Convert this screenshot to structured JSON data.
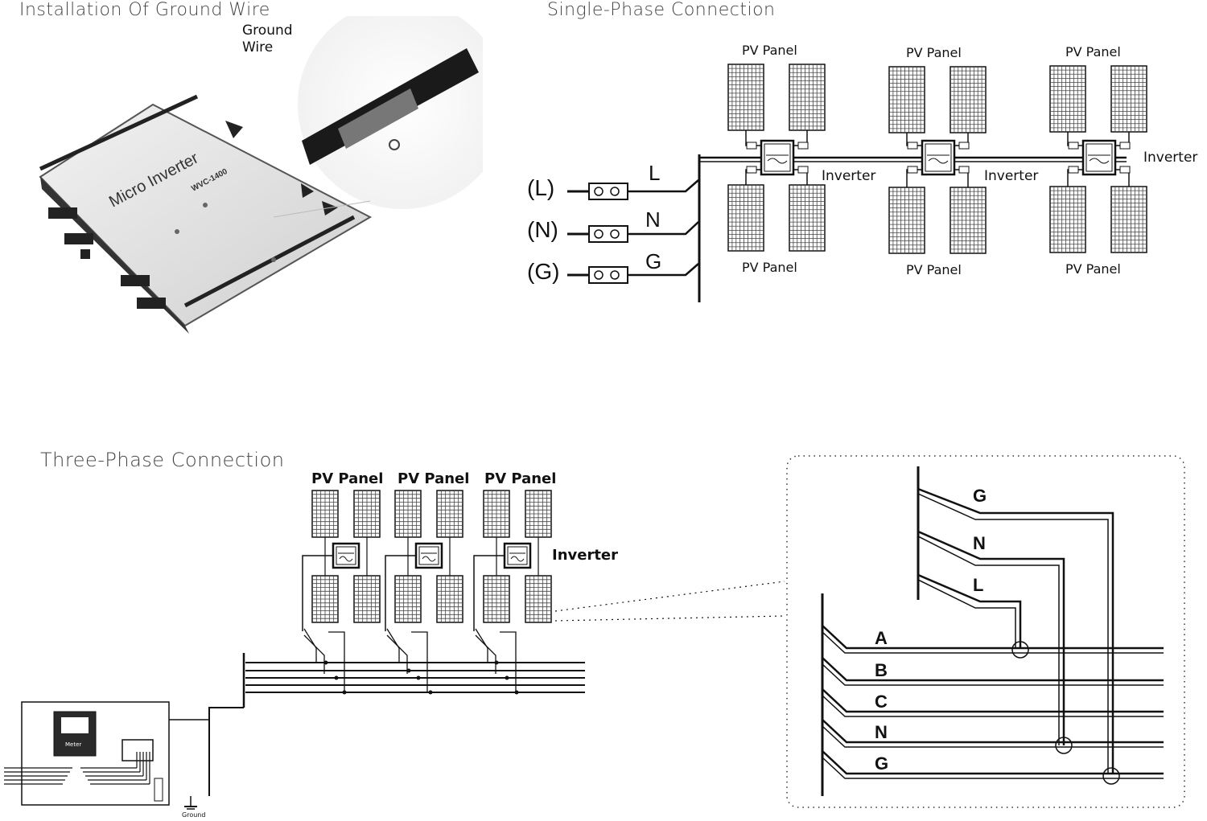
{
  "sections": {
    "ground_wire": {
      "title": "Installation Of Ground Wire",
      "ground_wire_label_1": "Ground",
      "ground_wire_label_2": "Wire",
      "device_label": "Micro Inverter",
      "device_model": "WVC-1400"
    },
    "single_phase": {
      "title": "Single-Phase Connection",
      "terminals": [
        {
          "id": "(L)",
          "wire": "L"
        },
        {
          "id": "(N)",
          "wire": "N"
        },
        {
          "id": "(G)",
          "wire": "G"
        }
      ],
      "panel_label": "PV Panel",
      "inverter_label": "Inverter"
    },
    "three_phase": {
      "title": "Three-Phase Connection",
      "panel_label": "PV Panel",
      "inverter_label": "Inverter",
      "meter_label": "Meter",
      "ground_label": "Ground",
      "detail_upper": [
        "G",
        "N",
        "L"
      ],
      "detail_lower": [
        "A",
        "B",
        "C",
        "N",
        "G"
      ]
    }
  },
  "colors": {
    "line": "#111111",
    "panel_fill": "#2a2a2a",
    "title": "#444444"
  }
}
